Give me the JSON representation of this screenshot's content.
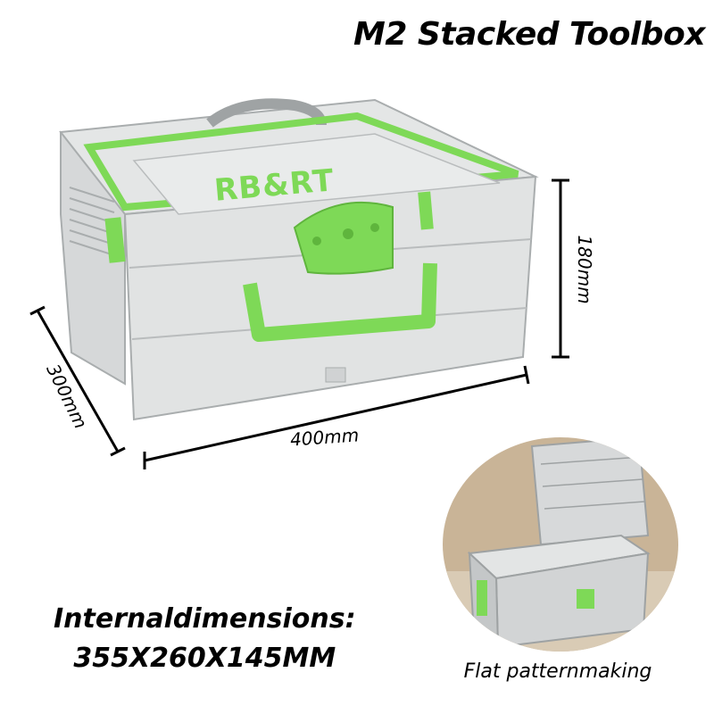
{
  "title": "M2 Stacked Toolbox",
  "brand": "RB&RT",
  "dimensions": {
    "width": "400mm",
    "height": "180mm",
    "depth": "300mm"
  },
  "internal": {
    "label": "Internaldimensions:",
    "value": "355X260X145MM"
  },
  "inset_caption": "Flat patternmaking",
  "colors": {
    "accent_green": "#7ed957",
    "body_gray": "#dfe1e1",
    "edge_gray": "#b9bcbd"
  }
}
